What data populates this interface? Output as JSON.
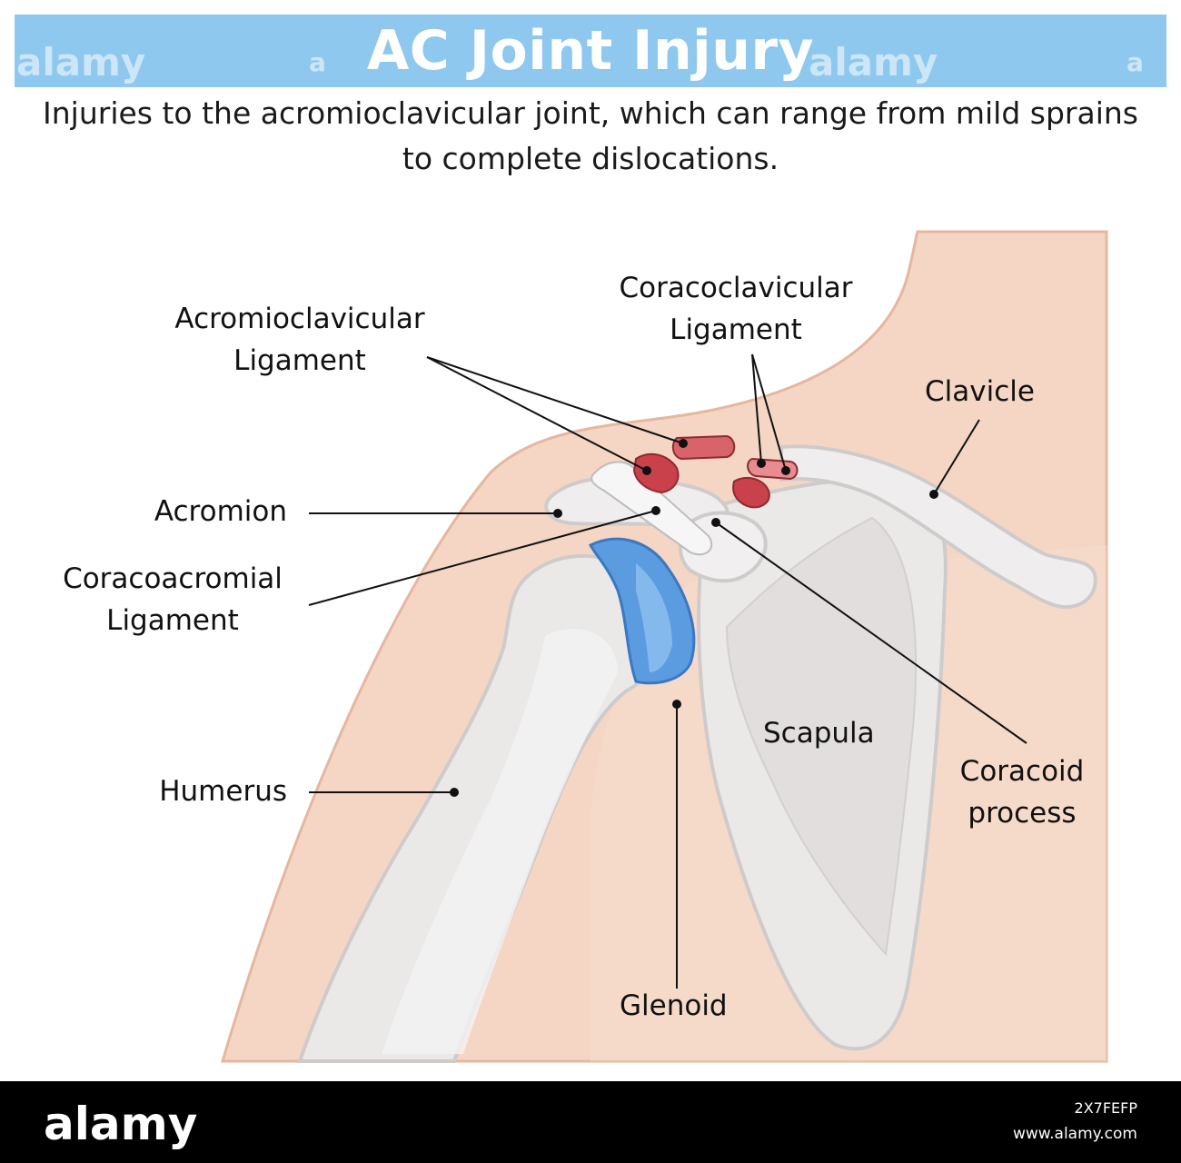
{
  "title": "AC Joint Injury",
  "subtitle": "Injuries to the acromioclavicular joint, which can range from mild sprains to complete dislocations.",
  "labels": {
    "acromioclavicular_ligament": "Acromioclavicular Ligament",
    "coracoclavicular_ligament": "Coracoclavicular Ligament",
    "clavicle": "Clavicle",
    "acromion": "Acromion",
    "coracoacromial_ligament": "Coracoacromial Ligament",
    "scapula": "Scapula",
    "coracoid_process": "Coracoid process",
    "humerus": "Humerus",
    "glenoid": "Glenoid"
  },
  "watermark": {
    "text": "alamy",
    "small_mark": "a"
  },
  "footer": {
    "logo": "alamy",
    "image_id": "2X7FEFP",
    "url": "www.alamy.com"
  },
  "colors": {
    "title_bar": "#8ec8ee",
    "skin": "#f5d6c4",
    "skin_outline": "#e6b79f",
    "bone": "#eceaea",
    "bone_outline": "#cfcbcb",
    "cartilage": "#5b9be0",
    "ligament_red": "#c9414a",
    "footer_bg": "#000000"
  }
}
